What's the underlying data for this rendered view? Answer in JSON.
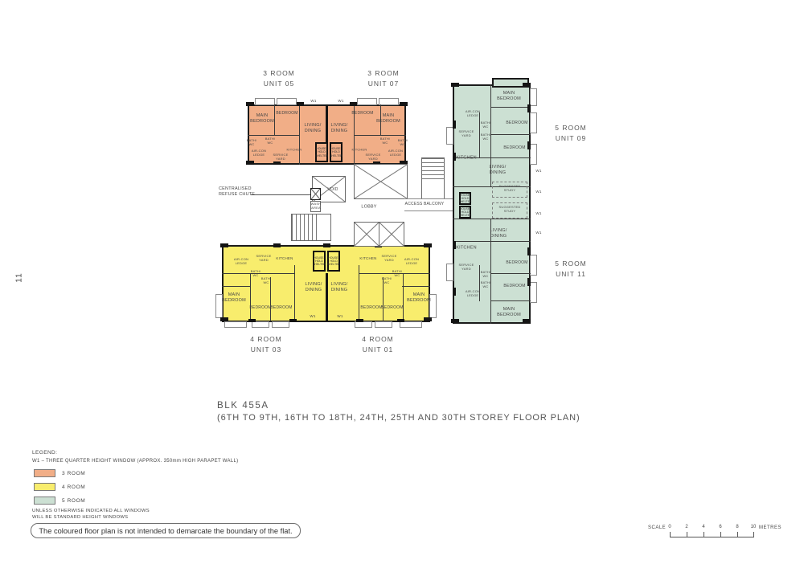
{
  "page_number": "11",
  "title": {
    "block": "BLK  455A",
    "storeys": "(6TH  TO  9TH,  16TH  TO  18TH,  24TH,  25TH  AND  30TH  STOREY  FLOOR  PLAN)"
  },
  "colors": {
    "three_room": "#F1AE87",
    "four_room": "#F8ED6D",
    "five_room": "#CCE0D3",
    "wall": "#141414"
  },
  "labels": {
    "main_bedroom": "MAIN\nBEDROOM",
    "bedroom": "BEDROOM",
    "living_dining": "LIVING/\nDINING",
    "kitchen": "KITCHEN",
    "bath_wc": "BATH/\nWC",
    "aircon_ledge": "AIR-CON\nLEDGE",
    "service_yard": "SERVICE\nYARD",
    "household_shelter": "HOUSE-\nHOLD\nSHELTER",
    "suggested_study": "SUGGESTED\nSTUDY",
    "w1": "W1"
  },
  "unit_titles": {
    "unit05": "3  ROOM\nUNIT  05",
    "unit07": "3  ROOM\nUNIT  07",
    "unit09": "5  ROOM\nUNIT  09",
    "unit11": "5  ROOM\nUNIT  11",
    "unit03": "4  ROOM\nUNIT  03",
    "unit01": "4  ROOM\nUNIT  01"
  },
  "core": {
    "refuse_chute": "CENTRALISED\nREFUSE  CHUTE",
    "void": "VOID",
    "wash_area": "WASH\nAREA",
    "lobby": "LOBBY",
    "access_balcony": "ACCESS  BALCONY"
  },
  "legend": {
    "heading": "LEGEND:",
    "w1_note": "W1  –   THREE  QUARTER  HEIGHT  WINDOW  (APPROX.  350mm  HIGH  PARAPET  WALL)",
    "items": [
      {
        "label": "3  ROOM",
        "color": "#F1AE87"
      },
      {
        "label": "4  ROOM",
        "color": "#F8ED6D"
      },
      {
        "label": "5  ROOM",
        "color": "#CCE0D3"
      }
    ],
    "windows_note": "UNLESS  OTHERWISE  INDICATED  ALL  WINDOWS\nWILL  BE  STANDARD  HEIGHT  WINDOWS"
  },
  "disclaimer": "The coloured floor plan is not intended to demarcate the boundary of the flat.",
  "scale_bar": {
    "label": "SCALE",
    "ticks": [
      "0",
      "2",
      "4",
      "6",
      "8",
      "10"
    ],
    "unit": "METRES"
  }
}
